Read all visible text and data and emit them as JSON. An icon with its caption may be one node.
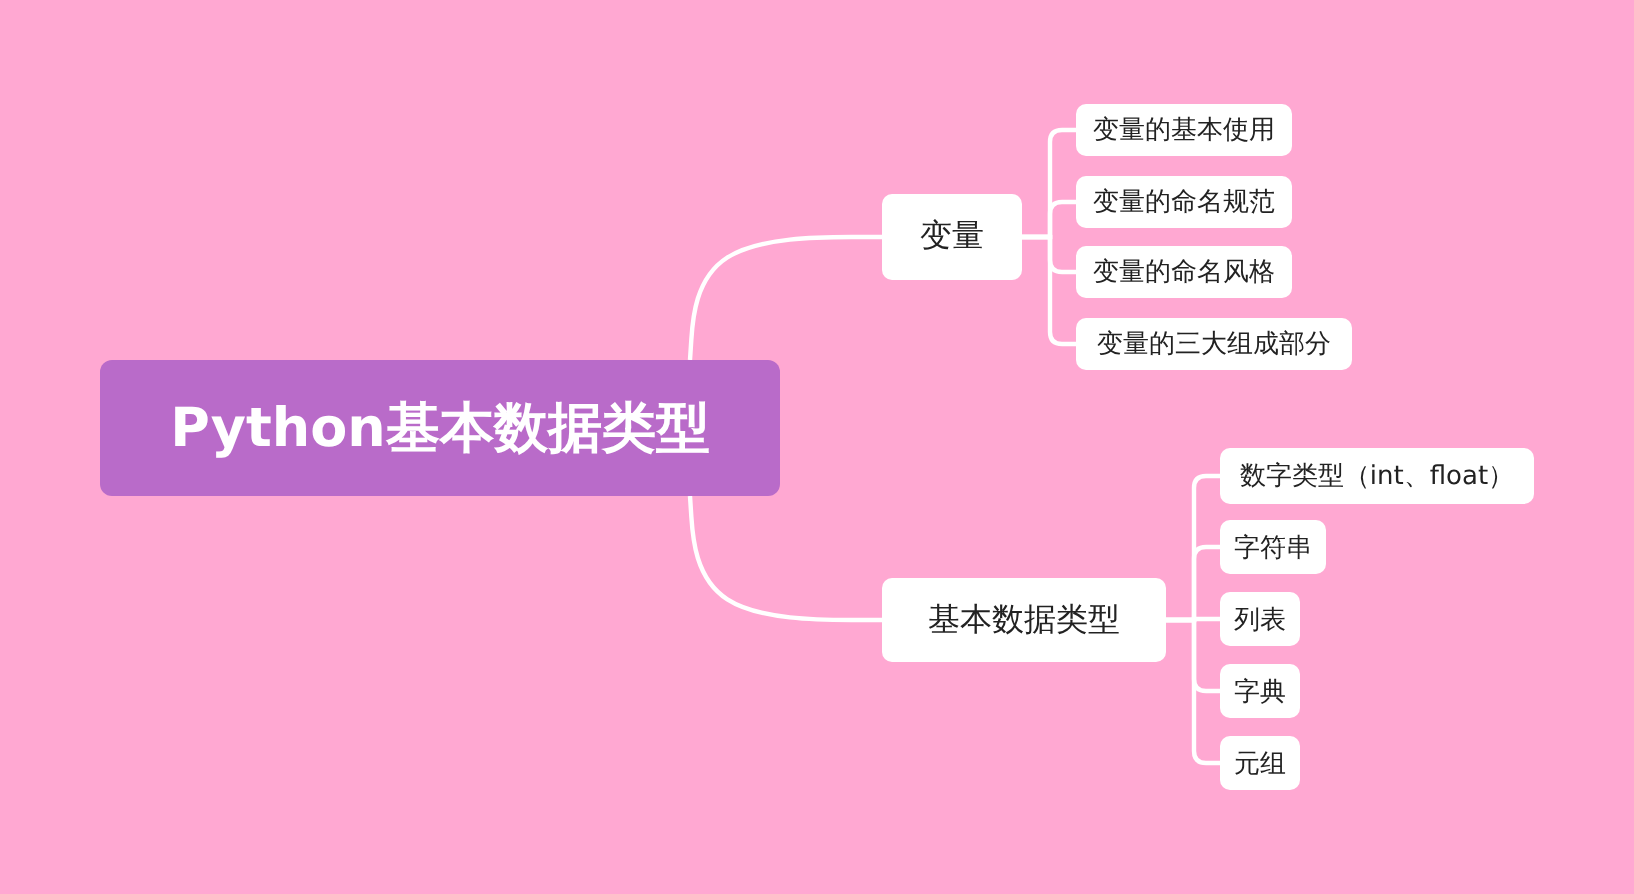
{
  "diagram": {
    "nodes": [
      {
        "text": [
          "Python基本数据类型"
        ]
      },
      {
        "text": [
          "变量"
        ]
      },
      {
        "text": [
          "基本数据类型"
        ]
      },
      {
        "text": [
          "变量的基本使用"
        ]
      },
      {
        "text": [
          "变量的命名规范"
        ]
      },
      {
        "text": [
          "变量的命名风格"
        ]
      },
      {
        "text": [
          "变量的三大组成部分"
        ]
      },
      {
        "text": [
          "数字类型（int、float）"
        ]
      },
      {
        "text": [
          "字符串"
        ]
      },
      {
        "text": [
          "列表"
        ]
      },
      {
        "text": [
          "字典"
        ]
      },
      {
        "text": [
          "元组"
        ]
      }
    ],
    "edges": [
      {
        "from": 0,
        "to": 1,
        "arrow": "none"
      },
      {
        "from": 0,
        "to": 2,
        "arrow": "none"
      },
      {
        "from": 1,
        "to": 3,
        "arrow": "none"
      },
      {
        "from": 1,
        "to": 4,
        "arrow": "none"
      },
      {
        "from": 1,
        "to": 5,
        "arrow": "none"
      },
      {
        "from": 1,
        "to": 6,
        "arrow": "none"
      },
      {
        "from": 2,
        "to": 7,
        "arrow": "none"
      },
      {
        "from": 2,
        "to": 8,
        "arrow": "none"
      },
      {
        "from": 2,
        "to": 9,
        "arrow": "none"
      },
      {
        "from": 2,
        "to": 10,
        "arrow": "none"
      },
      {
        "from": 2,
        "to": 11,
        "arrow": "none"
      }
    ]
  }
}
